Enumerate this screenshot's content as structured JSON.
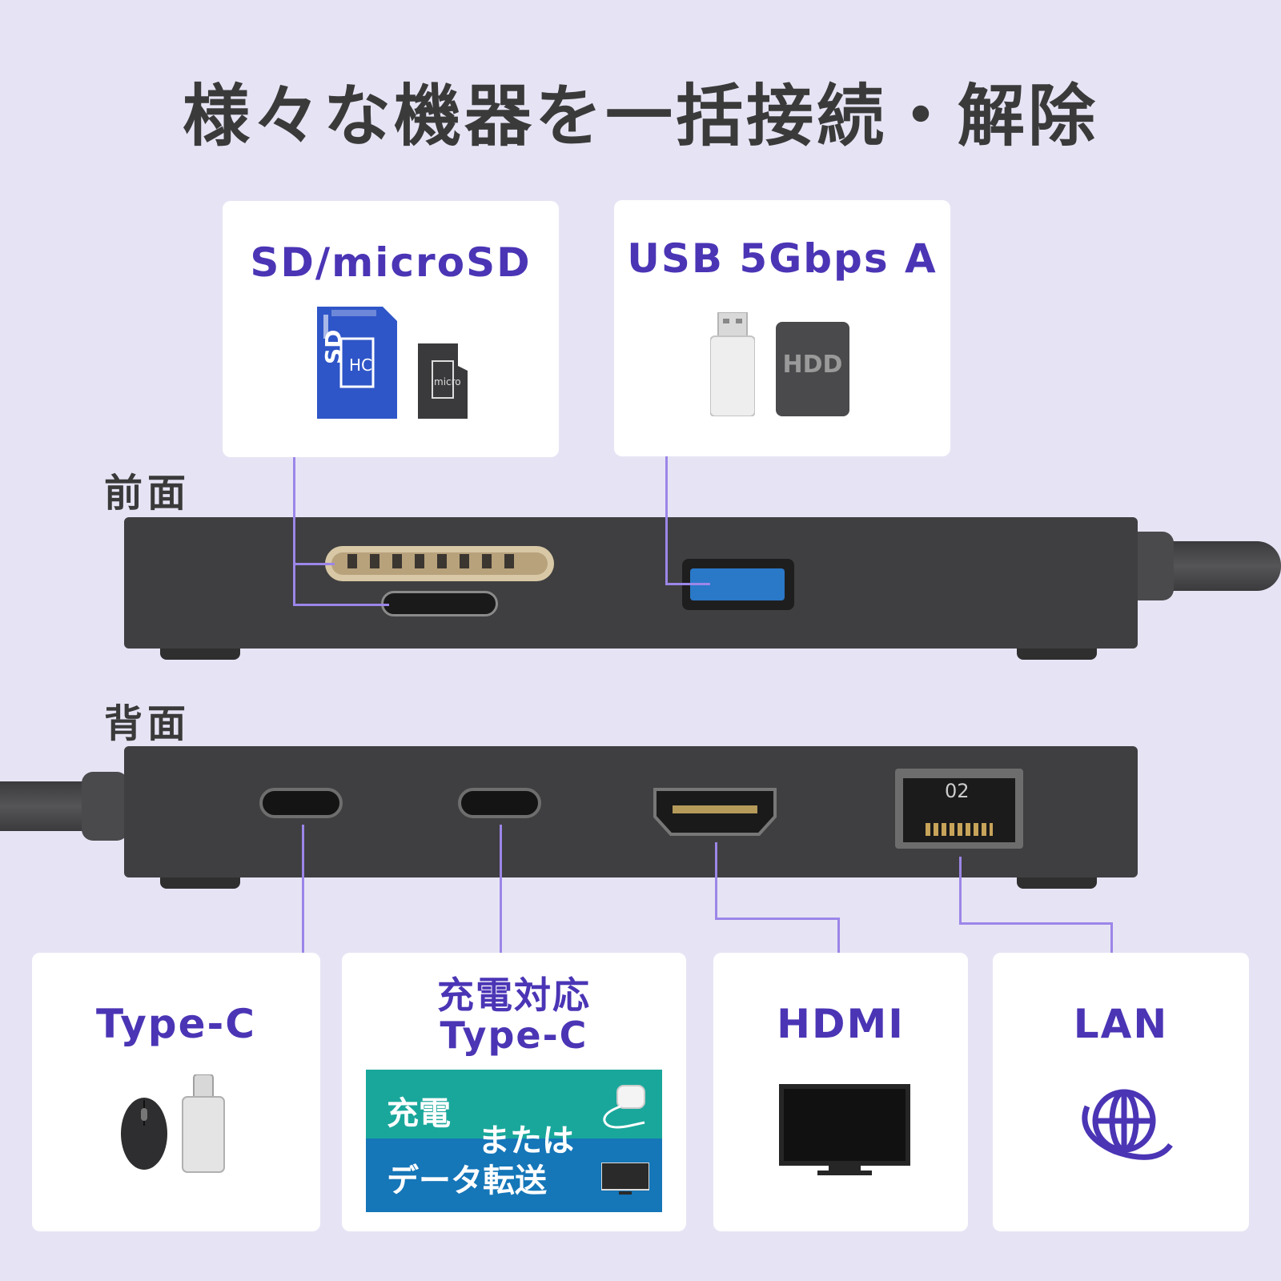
{
  "title": "様々な機器を一括接続・解除",
  "labels": {
    "front": "前面",
    "back": "背面"
  },
  "cards": {
    "sd": {
      "label": "SD/microSD"
    },
    "usb": {
      "label": "USB 5Gbps A",
      "hdd_text": "HDD"
    },
    "typec": {
      "label": "Type-C"
    },
    "charge": {
      "label_line1": "充電対応",
      "label_line2": "Type-C",
      "panel_charge": "充電",
      "panel_or": "または",
      "panel_transfer": "データ転送"
    },
    "hdmi": {
      "label": "HDMI"
    },
    "lan": {
      "label": "LAN",
      "port_number": "02"
    }
  },
  "colors": {
    "background": "#e6e4f4",
    "accent_text": "#4b35b5",
    "connector_line": "#9c86e8",
    "device_body": "#3f3f41",
    "teal_panel": "#1aa79b",
    "blue_panel": "#1576b8"
  },
  "icons": [
    "sd-card-icon",
    "microsd-card-icon",
    "usb-flash-drive-icon",
    "hdd-icon",
    "mouse-icon",
    "usb-c-adapter-icon",
    "charger-icon",
    "monitor-icon",
    "tv-icon",
    "globe-icon"
  ]
}
